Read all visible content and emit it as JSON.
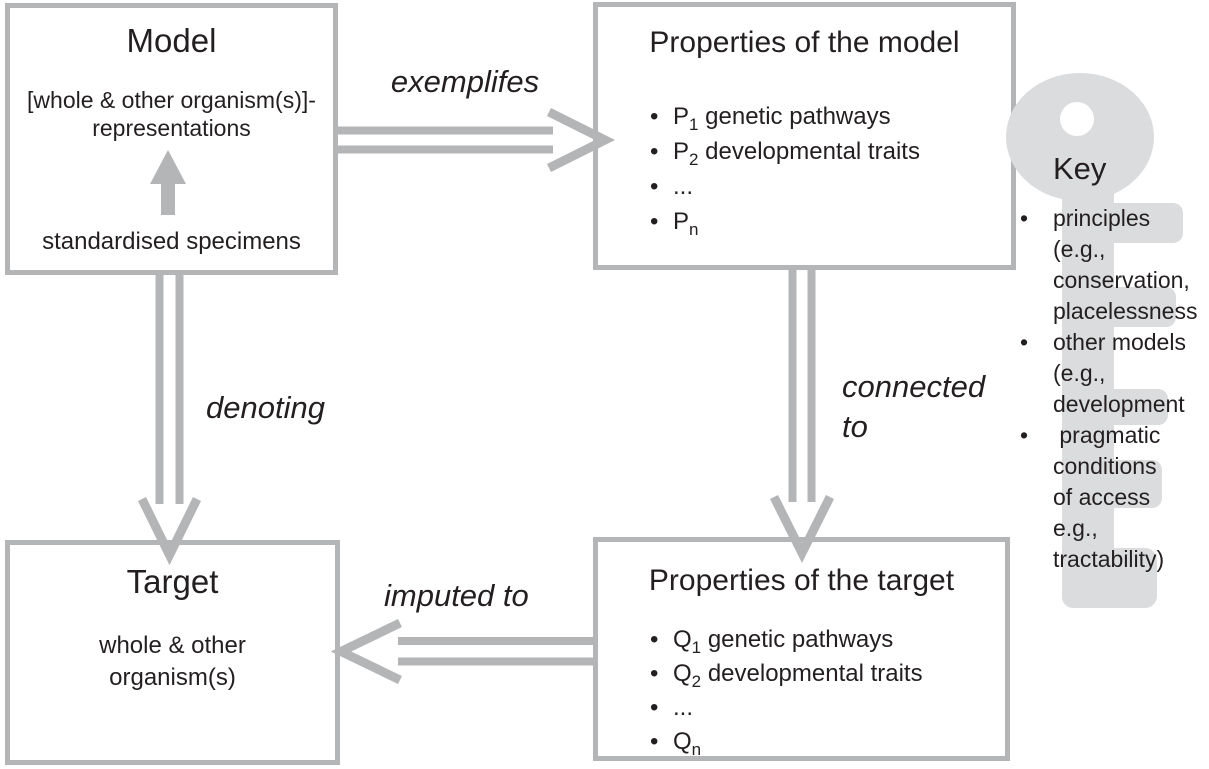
{
  "boxes": {
    "model": {
      "title": "Model",
      "lines": [
        "[whole & other organism(s)]-",
        "representations"
      ],
      "caption": "standardised specimens"
    },
    "properties_model": {
      "title": "Properties of the model",
      "items": [
        {
          "pre": "P",
          "sub": "1",
          "post": "genetic pathways"
        },
        {
          "pre": "P",
          "sub": "2",
          "post": "developmental traits"
        },
        {
          "pre": "...",
          "sub": "",
          "post": ""
        },
        {
          "pre": "P",
          "sub": "n",
          "post": ""
        }
      ]
    },
    "target": {
      "title": "Target",
      "lines": [
        "whole & other",
        "organism(s)"
      ]
    },
    "properties_target": {
      "title": "Properties of the target",
      "items": [
        {
          "pre": "Q",
          "sub": "1",
          "post": "genetic pathways"
        },
        {
          "pre": "Q",
          "sub": "2",
          "post": "developmental traits"
        },
        {
          "pre": "...",
          "sub": "",
          "post": ""
        },
        {
          "pre": "Q",
          "sub": "n",
          "post": ""
        }
      ]
    }
  },
  "arrows": {
    "exemplifies": {
      "label": "exemplifes"
    },
    "denoting": {
      "label": "denoting"
    },
    "connected": {
      "lines": [
        "connected",
        "to"
      ]
    },
    "imputed": {
      "label": "imputed to"
    }
  },
  "key": {
    "title": "Key",
    "items": [
      {
        "lines": [
          "principles",
          "(e.g.,",
          "conservation,",
          "placelessness"
        ]
      },
      {
        "lines": [
          "other models",
          "(e.g.,",
          "development"
        ]
      },
      {
        "lines": [
          " pragmatic",
          "conditions",
          "of access",
          "e.g.,",
          "tractability)"
        ]
      }
    ]
  },
  "colors": {
    "line_gray": "#b3b5b7",
    "key_gray": "#dbdcdd",
    "text": "#231f20",
    "background": "#ffffff"
  }
}
